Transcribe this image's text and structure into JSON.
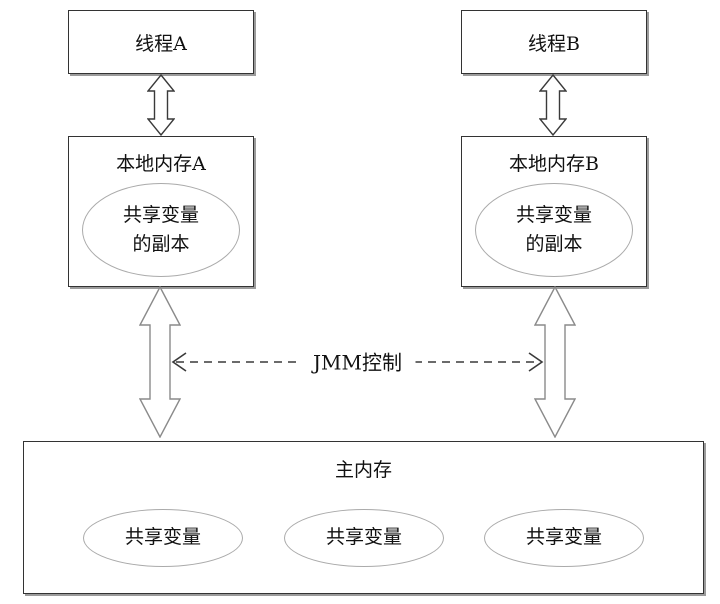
{
  "diagram": {
    "thread_a": {
      "label": "线程A"
    },
    "thread_b": {
      "label": "线程B"
    },
    "local_memory_a": {
      "label": "本地内存A",
      "copy_lines": [
        "共享变量",
        "的副本"
      ]
    },
    "local_memory_b": {
      "label": "本地内存B",
      "copy_lines": [
        "共享变量",
        "的副本"
      ]
    },
    "jmm_control": {
      "label": "JMM控制"
    },
    "main_memory": {
      "label": "主内存",
      "variables": [
        "共享变量",
        "共享变量",
        "共享变量"
      ]
    }
  },
  "colors": {
    "box-border": "#333333",
    "box-shadow": "#9b9b9b",
    "ellipse-border": "#aaaaaa",
    "arrow-small": "#3a3a3a",
    "arrow-long": "#8a8a8a",
    "dash-color": "#3a3a3a",
    "text-color": "#111111",
    "bg": "#ffffff"
  }
}
